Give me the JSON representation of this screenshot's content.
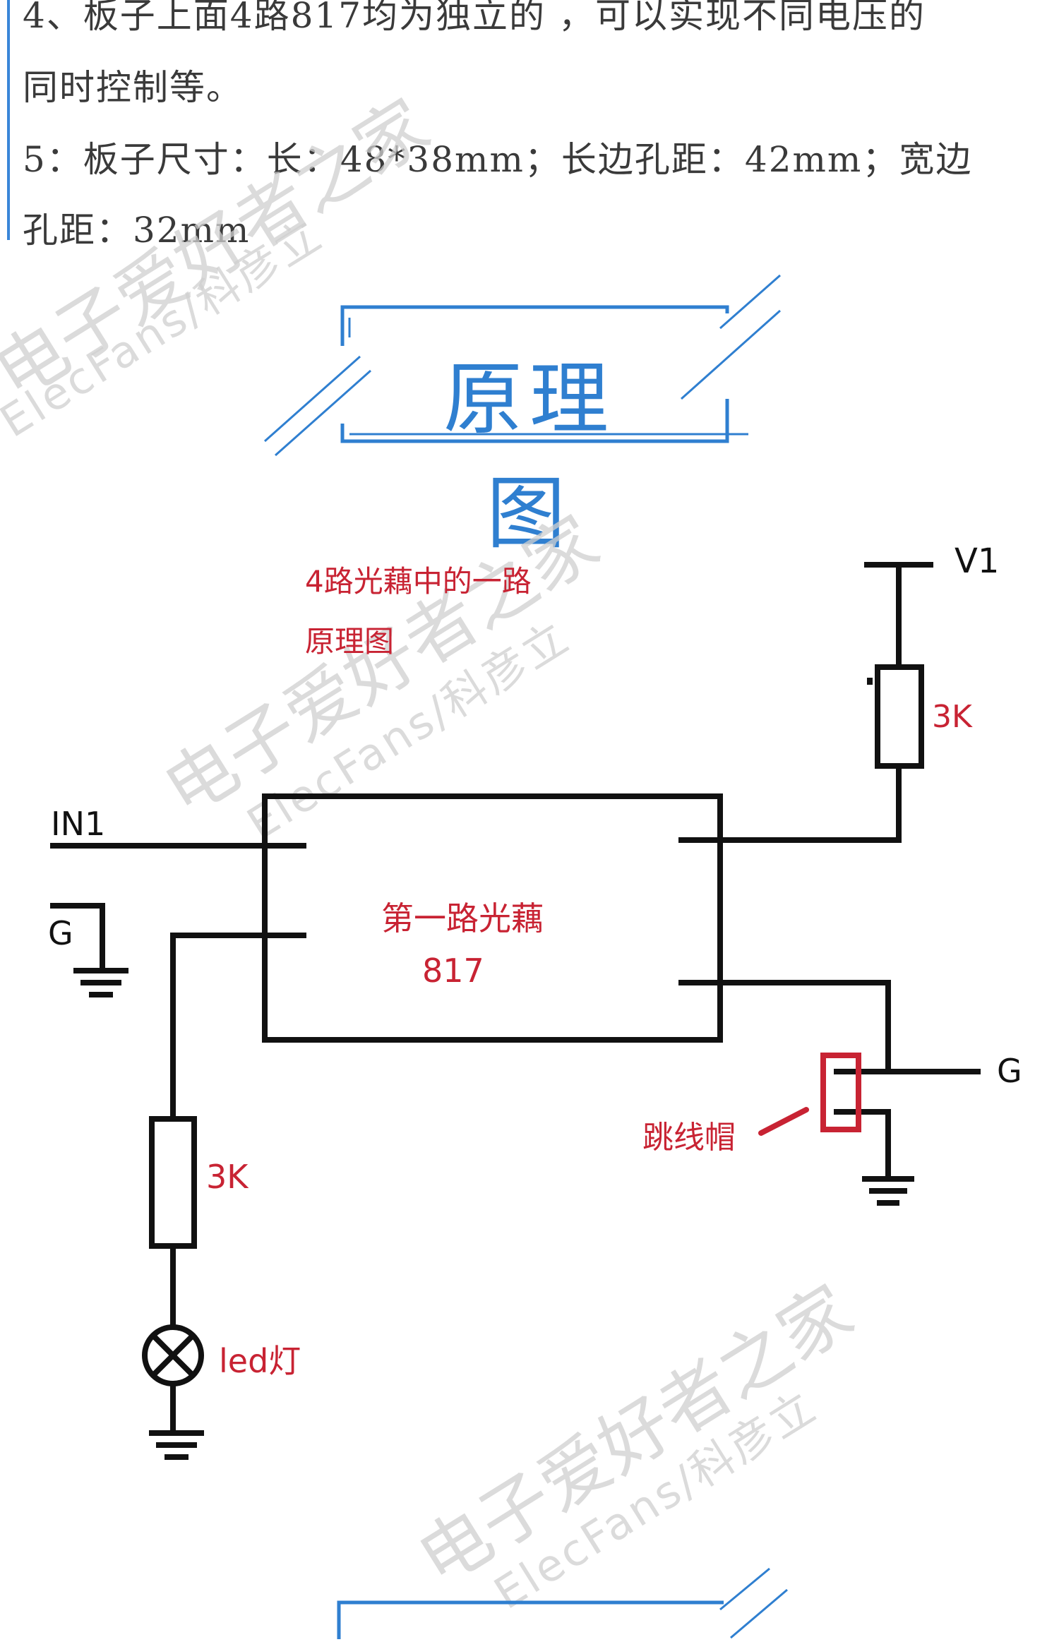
{
  "text_block": {
    "line1": "4、板子上面4路817均为独立的 ，可以实现不同电压的",
    "line2": "同时控制等。",
    "line3": "5：板子尺寸：长：48*38mm；长边孔距：42mm；宽边",
    "line4": "孔距：32mm"
  },
  "section_title": "原理图",
  "watermarks": {
    "cn": "电子爱好者之家",
    "en": "ElecFans/科彦立"
  },
  "schematic": {
    "caption_line1": "4路光藕中的一路",
    "caption_line2": "原理图",
    "chip_name": "第一路光藕",
    "chip_model": "817",
    "v1_label": "V1",
    "resistor_top_label": "3K",
    "in1_label": "IN1",
    "g_left_label": "G",
    "g_right_label": "G",
    "resistor_left_label": "3K",
    "led_label": "led灯",
    "jumper_label": "跳线帽"
  },
  "colors": {
    "accent_blue": "#2f7fd0",
    "schematic_red": "#c82333",
    "wire_black": "#111111"
  }
}
